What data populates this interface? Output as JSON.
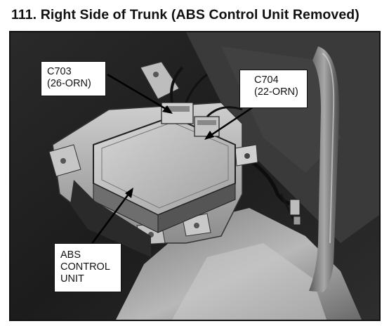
{
  "figure": {
    "title": "111. Right Side of Trunk (ABS Control Unit Removed)"
  },
  "callouts": {
    "c703": "C703\n(26-ORN)",
    "c704": "C704\n(22-ORN)",
    "abs_unit": "ABS\nCONTROL\nUNIT"
  }
}
